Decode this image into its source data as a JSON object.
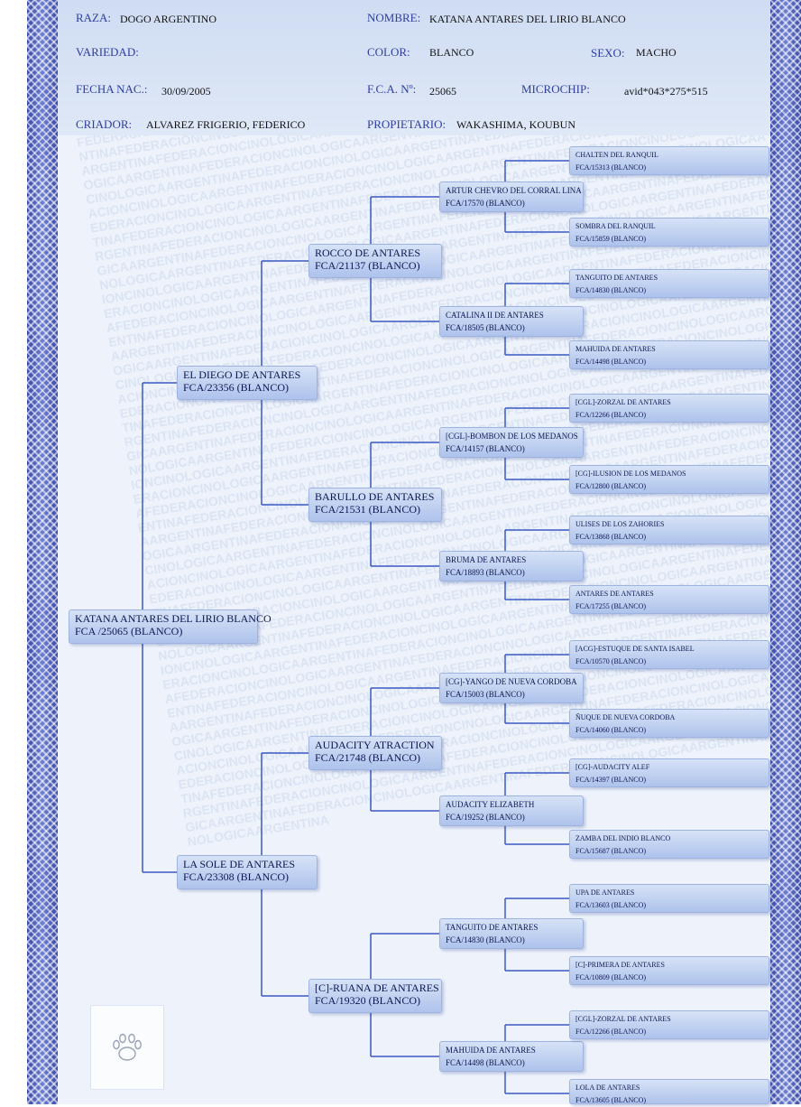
{
  "header": {
    "raza_label": "RAZA:",
    "raza_value": "DOGO ARGENTINO",
    "nombre_label": "NOMBRE:",
    "nombre_value": "KATANA ANTARES DEL LIRIO BLANCO",
    "variedad_label": "VARIEDAD:",
    "color_label": "COLOR:",
    "color_value": "BLANCO",
    "sexo_label": "SEXO:",
    "sexo_value": "MACHO",
    "fecha_label": "FECHA NAC.:",
    "fecha_value": "30/09/2005",
    "fca_label": "F.C.A. Nº:",
    "fca_value": "25065",
    "microchip_label": "MICROCHIP:",
    "microchip_value": "avid*043*275*515",
    "criador_label": "CRIADOR:",
    "criador_value": "ALVAREZ FRIGERIO, FEDERICO",
    "propietario_label": "PROPIETARIO:",
    "propietario_value": "WAKASHIMA, KOUBUN"
  },
  "watermark_text": "FEDERACIONCINOLOGICAARGENTINA",
  "pedigree": {
    "subject": {
      "name": "KATANA ANTARES DEL LIRIO BLANCO",
      "reg": "FCA /25065 (BLANCO)"
    },
    "parents": [
      {
        "name": "EL DIEGO DE ANTARES",
        "reg": "FCA/23356 (BLANCO)"
      },
      {
        "name": "LA SOLE DE ANTARES",
        "reg": "FCA/23308 (BLANCO)"
      }
    ],
    "grandparents": [
      {
        "name": "ROCCO DE ANTARES",
        "reg": "FCA/21137 (BLANCO)"
      },
      {
        "name": "BARULLO DE ANTARES",
        "reg": "FCA/21531 (BLANCO)"
      },
      {
        "name": "AUDACITY ATRACTION",
        "reg": "FCA/21748 (BLANCO)"
      },
      {
        "name": "[C]-RUANA DE ANTARES",
        "reg": "FCA/19320 (BLANCO)"
      }
    ],
    "great_grandparents": [
      {
        "name": "ARTUR CHEVRO DEL CORRAL LINA",
        "reg": "FCA/17570 (BLANCO)"
      },
      {
        "name": "CATALINA II DE ANTARES",
        "reg": "FCA/18505 (BLANCO)"
      },
      {
        "name": "[CGL]-BOMBON DE LOS MEDANOS",
        "reg": "FCA/14157 (BLANCO)"
      },
      {
        "name": "BRUMA  DE ANTARES",
        "reg": "FCA/18893 (BLANCO)"
      },
      {
        "name": "[CG]-YANGO DE NUEVA CORDOBA",
        "reg": "FCA/15003 (BLANCO)"
      },
      {
        "name": "AUDACITY ELIZABETH",
        "reg": "FCA/19252 (BLANCO)"
      },
      {
        "name": "TANGUITO DE ANTARES",
        "reg": "FCA/14830 (BLANCO)"
      },
      {
        "name": "MAHUIDA DE ANTARES",
        "reg": "FCA/14498 (BLANCO)"
      }
    ],
    "gg_grandparents": [
      {
        "name": "CHALTEN DEL RANQUIL",
        "reg": "FCA/15313 (BLANCO)"
      },
      {
        "name": "SOMBRA DEL RANQUIL",
        "reg": "FCA/15859 (BLANCO)"
      },
      {
        "name": "TANGUITO DE ANTARES",
        "reg": "FCA/14830 (BLANCO)"
      },
      {
        "name": "MAHUIDA DE ANTARES",
        "reg": "FCA/14498 (BLANCO)"
      },
      {
        "name": "[CGL]-ZORZAL DE ANTARES",
        "reg": "FCA/12266 (BLANCO)"
      },
      {
        "name": "[CG]-ILUSION DE LOS MEDANOS",
        "reg": "FCA/12800 (BLANCO)"
      },
      {
        "name": "ULISES DE LOS ZAHORIES",
        "reg": "FCA/13868 (BLANCO)"
      },
      {
        "name": "ANTARES DE ANTARES",
        "reg": "FCA/17255 (BLANCO)"
      },
      {
        "name": "[ACG]-ESTUQUE DE SANTA ISABEL",
        "reg": "FCA/10570 (BLANCO)"
      },
      {
        "name": "ÑUQUE DE NUEVA CORDOBA",
        "reg": "FCA/14060 (BLANCO)"
      },
      {
        "name": "[CG]-AUDACITY ALEF",
        "reg": "FCA/14397 (BLANCO)"
      },
      {
        "name": "ZAMBA DEL INDIO BLANCO",
        "reg": "FCA/15687 (BLANCO)"
      },
      {
        "name": "UPA DE ANTARES",
        "reg": "FCA/13603 (BLANCO)"
      },
      {
        "name": "[C]-PRIMERA DE ANTARES",
        "reg": "FCA/10809 (BLANCO)"
      },
      {
        "name": "[CGL]-ZORZAL DE ANTARES",
        "reg": "FCA/12266 (BLANCO)"
      },
      {
        "name": "LOLA DE ANTARES",
        "reg": "FCA/13605 (BLANCO)"
      }
    ]
  },
  "colors": {
    "frame": "#3b4aa6",
    "node_fill": "#aec3ec",
    "line": "#3b59c2",
    "header_label": "#2f3f9e"
  }
}
